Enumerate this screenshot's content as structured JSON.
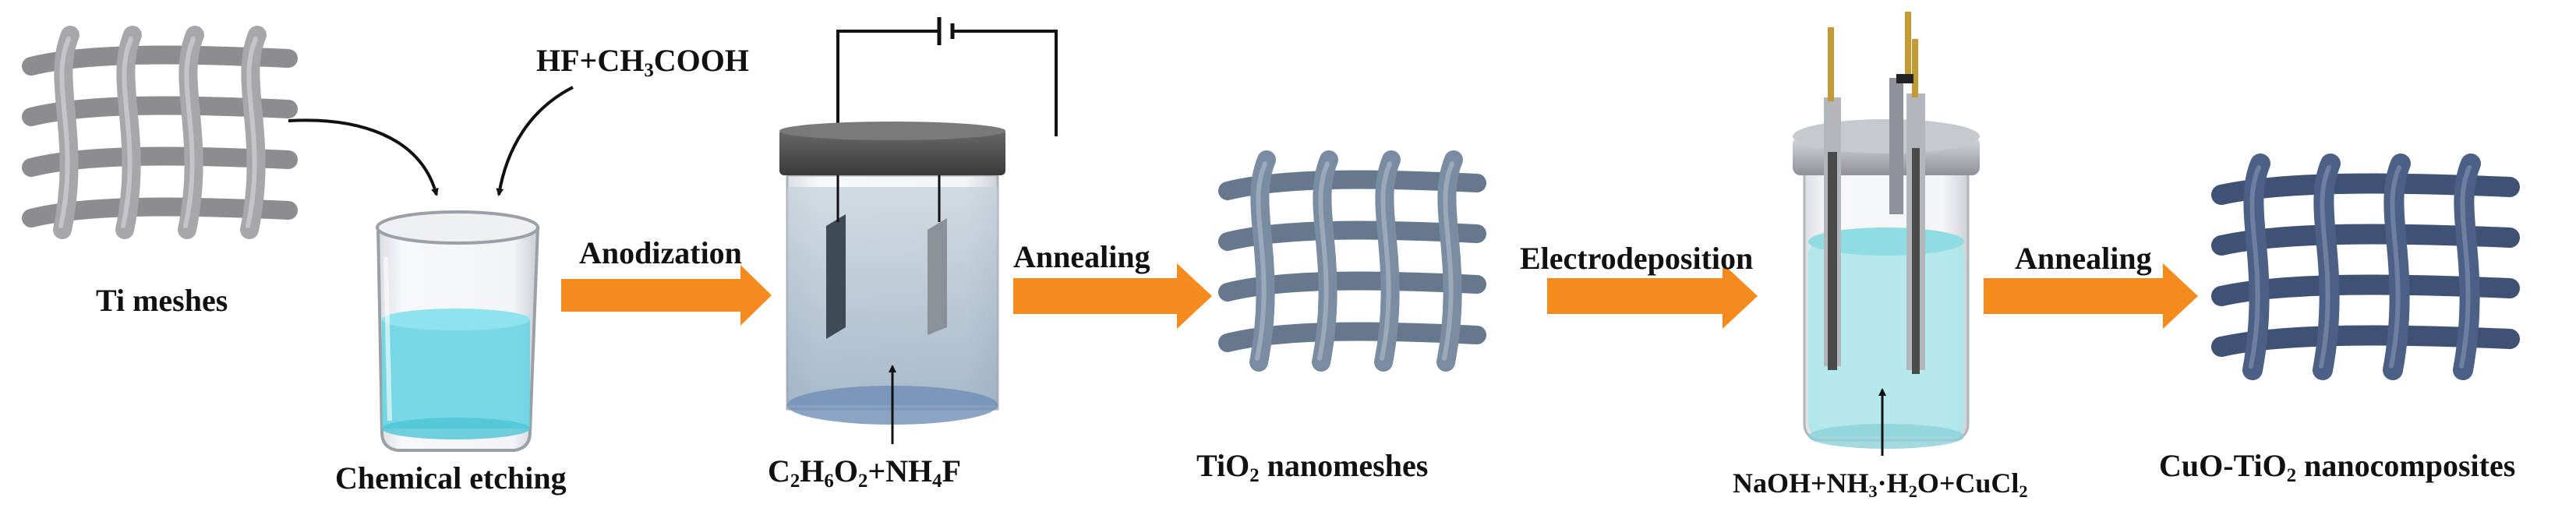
{
  "colors": {
    "arrow": "#f58a1e",
    "ti_mesh": "#8d8d8f",
    "tio2_mesh": "#66788e",
    "cuo_mesh": "#3f5275",
    "etch_solution": "#63d3e2",
    "anod_solution": "#aebfcd",
    "electrodep_solution": "#a9e6ea",
    "lid": "#4a4a4a",
    "wire_gold": "#c49a36"
  },
  "steps": {
    "ti_meshes": "Ti meshes",
    "chemical_etching": "Chemical etching",
    "etchant": {
      "a": "HF+CH",
      "b": "3",
      "c": "COOH"
    },
    "anodization": "Anodization",
    "electrolyte1": {
      "a": "C",
      "b": "2",
      "c": "H",
      "d": "6",
      "e": "O",
      "f": "2",
      "g": "+NH",
      "h": "4",
      "i": "F"
    },
    "annealing1": "Annealing",
    "tio2_nanomeshes": {
      "a": "TiO",
      "b": "2",
      "c": " nanomeshes"
    },
    "electrodeposition": "Electrodeposition",
    "electrolyte2": {
      "a": "NaOH+NH",
      "b": "3",
      "c": "·H",
      "d": "2",
      "e": "O+CuCl",
      "f": "2"
    },
    "annealing2": "Annealing",
    "cuo_tio2": {
      "a": "CuO-TiO",
      "b": "2",
      "c": " nanocomposites"
    }
  }
}
